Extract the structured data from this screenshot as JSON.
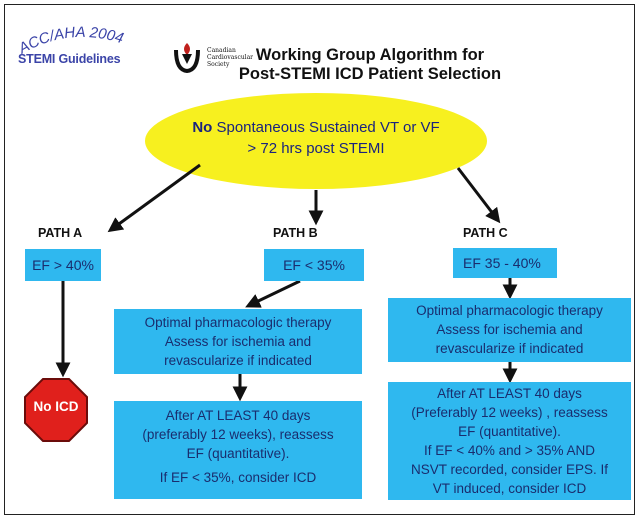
{
  "header": {
    "acc_logo": "ACC/AHA 2004",
    "guidelines": "STEMI Guidelines",
    "ccs_logo": [
      "Canadian",
      "Cardiovascular",
      "Society"
    ],
    "title_line1": "Working Group Algorithm for",
    "title_line2": "Post-STEMI ICD Patient Selection"
  },
  "start": {
    "bold": "No",
    "line1_rest": " Spontaneous Sustained VT or VF",
    "line2": "> 72 hrs post STEMI"
  },
  "paths": {
    "a": {
      "label": "PATH A",
      "criterion": "EF > 40%",
      "outcome": "No ICD"
    },
    "b": {
      "label": "PATH B",
      "criterion": "EF < 35%",
      "therapy": [
        "Optimal pharmacologic therapy",
        "Assess for ischemia and",
        "revascularize if indicated"
      ],
      "reassess": [
        "After AT LEAST 40 days",
        "(preferably 12 weeks), reassess",
        "EF (quantitative)."
      ],
      "decision": "If EF < 35%, consider ICD"
    },
    "c": {
      "label": "PATH C",
      "criterion": "EF  35 - 40%",
      "therapy": [
        "Optimal pharmacologic therapy",
        "Assess for ischemia and",
        "revascularize if indicated"
      ],
      "reassess": [
        "After AT LEAST 40 days",
        "(Preferably  12 weeks) , reassess",
        "EF (quantitative).",
        "If EF < 40% and > 35% AND",
        "NSVT recorded, consider EPS.  If",
        "VT induced, consider ICD"
      ]
    }
  },
  "colors": {
    "box": "#2fb8ef",
    "ellipse": "#f7f01f",
    "stop": "#e0201c",
    "logo": "#3b44a8"
  }
}
